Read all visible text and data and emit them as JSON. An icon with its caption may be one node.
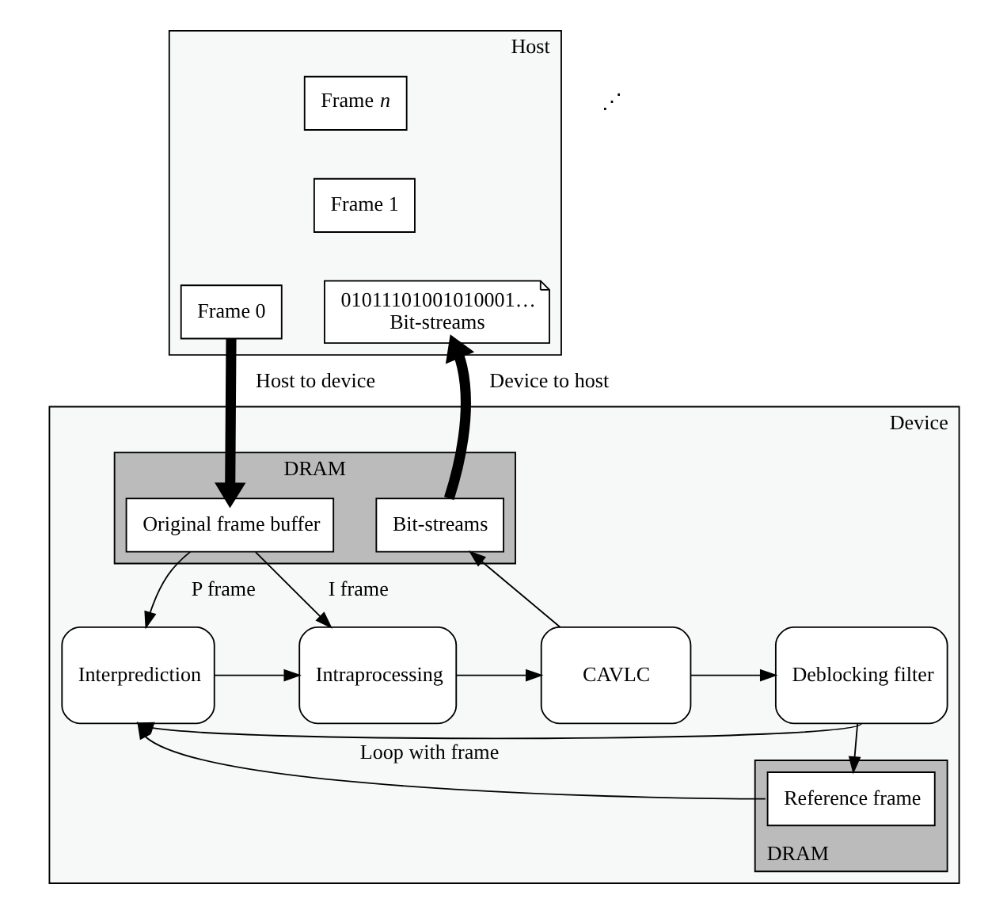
{
  "diagram": {
    "nodes": [
      {
        "text": [
          "Host"
        ]
      },
      {
        "text": [
          "Frame *n*"
        ],
        "in": 0
      },
      {
        "text": [
          "Frame 1"
        ],
        "in": 0
      },
      {
        "text": [
          "Frame 0"
        ],
        "in": 0
      },
      {
        "text": [
          "01011101001010001…",
          "Bit-streams"
        ],
        "in": 0
      },
      {
        "text": [
          "Device"
        ]
      },
      {
        "text": [
          "DRAM"
        ],
        "in": 5
      },
      {
        "text": [
          "Original frame buffer"
        ],
        "in": 6
      },
      {
        "text": [
          "Bit-streams"
        ],
        "in": 6
      },
      {
        "text": [
          "Interprediction"
        ],
        "in": 5
      },
      {
        "text": [
          "Intraprocessing"
        ],
        "in": 5
      },
      {
        "text": [
          "CAVLC"
        ],
        "in": 5
      },
      {
        "text": [
          "Deblocking filter"
        ],
        "in": 5
      },
      {
        "text": [
          "DRAM"
        ],
        "in": 5
      },
      {
        "text": [
          "Reference frame"
        ],
        "in": 13
      }
    ],
    "edges": [
      {
        "from": 3,
        "to": 7,
        "arrow": "to",
        "label": "Host to device",
        "style": "thick"
      },
      {
        "from": 8,
        "to": 4,
        "arrow": "to",
        "label": "Device to host",
        "style": "thick"
      },
      {
        "from": 7,
        "to": 9,
        "arrow": "to",
        "label": "P frame"
      },
      {
        "from": 7,
        "to": 10,
        "arrow": "to",
        "label": "I frame"
      },
      {
        "from": 9,
        "to": 10,
        "arrow": "to"
      },
      {
        "from": 10,
        "to": 11,
        "arrow": "to"
      },
      {
        "from": 11,
        "to": 12,
        "arrow": "to"
      },
      {
        "from": 11,
        "to": 8,
        "arrow": "to"
      },
      {
        "from": 12,
        "to": 9,
        "arrow": "to",
        "label": "Loop with frame"
      },
      {
        "from": 12,
        "to": 14,
        "arrow": "to"
      },
      {
        "from": 14,
        "to": 9,
        "arrow": "to"
      }
    ],
    "labels": [
      "⋰"
    ]
  }
}
